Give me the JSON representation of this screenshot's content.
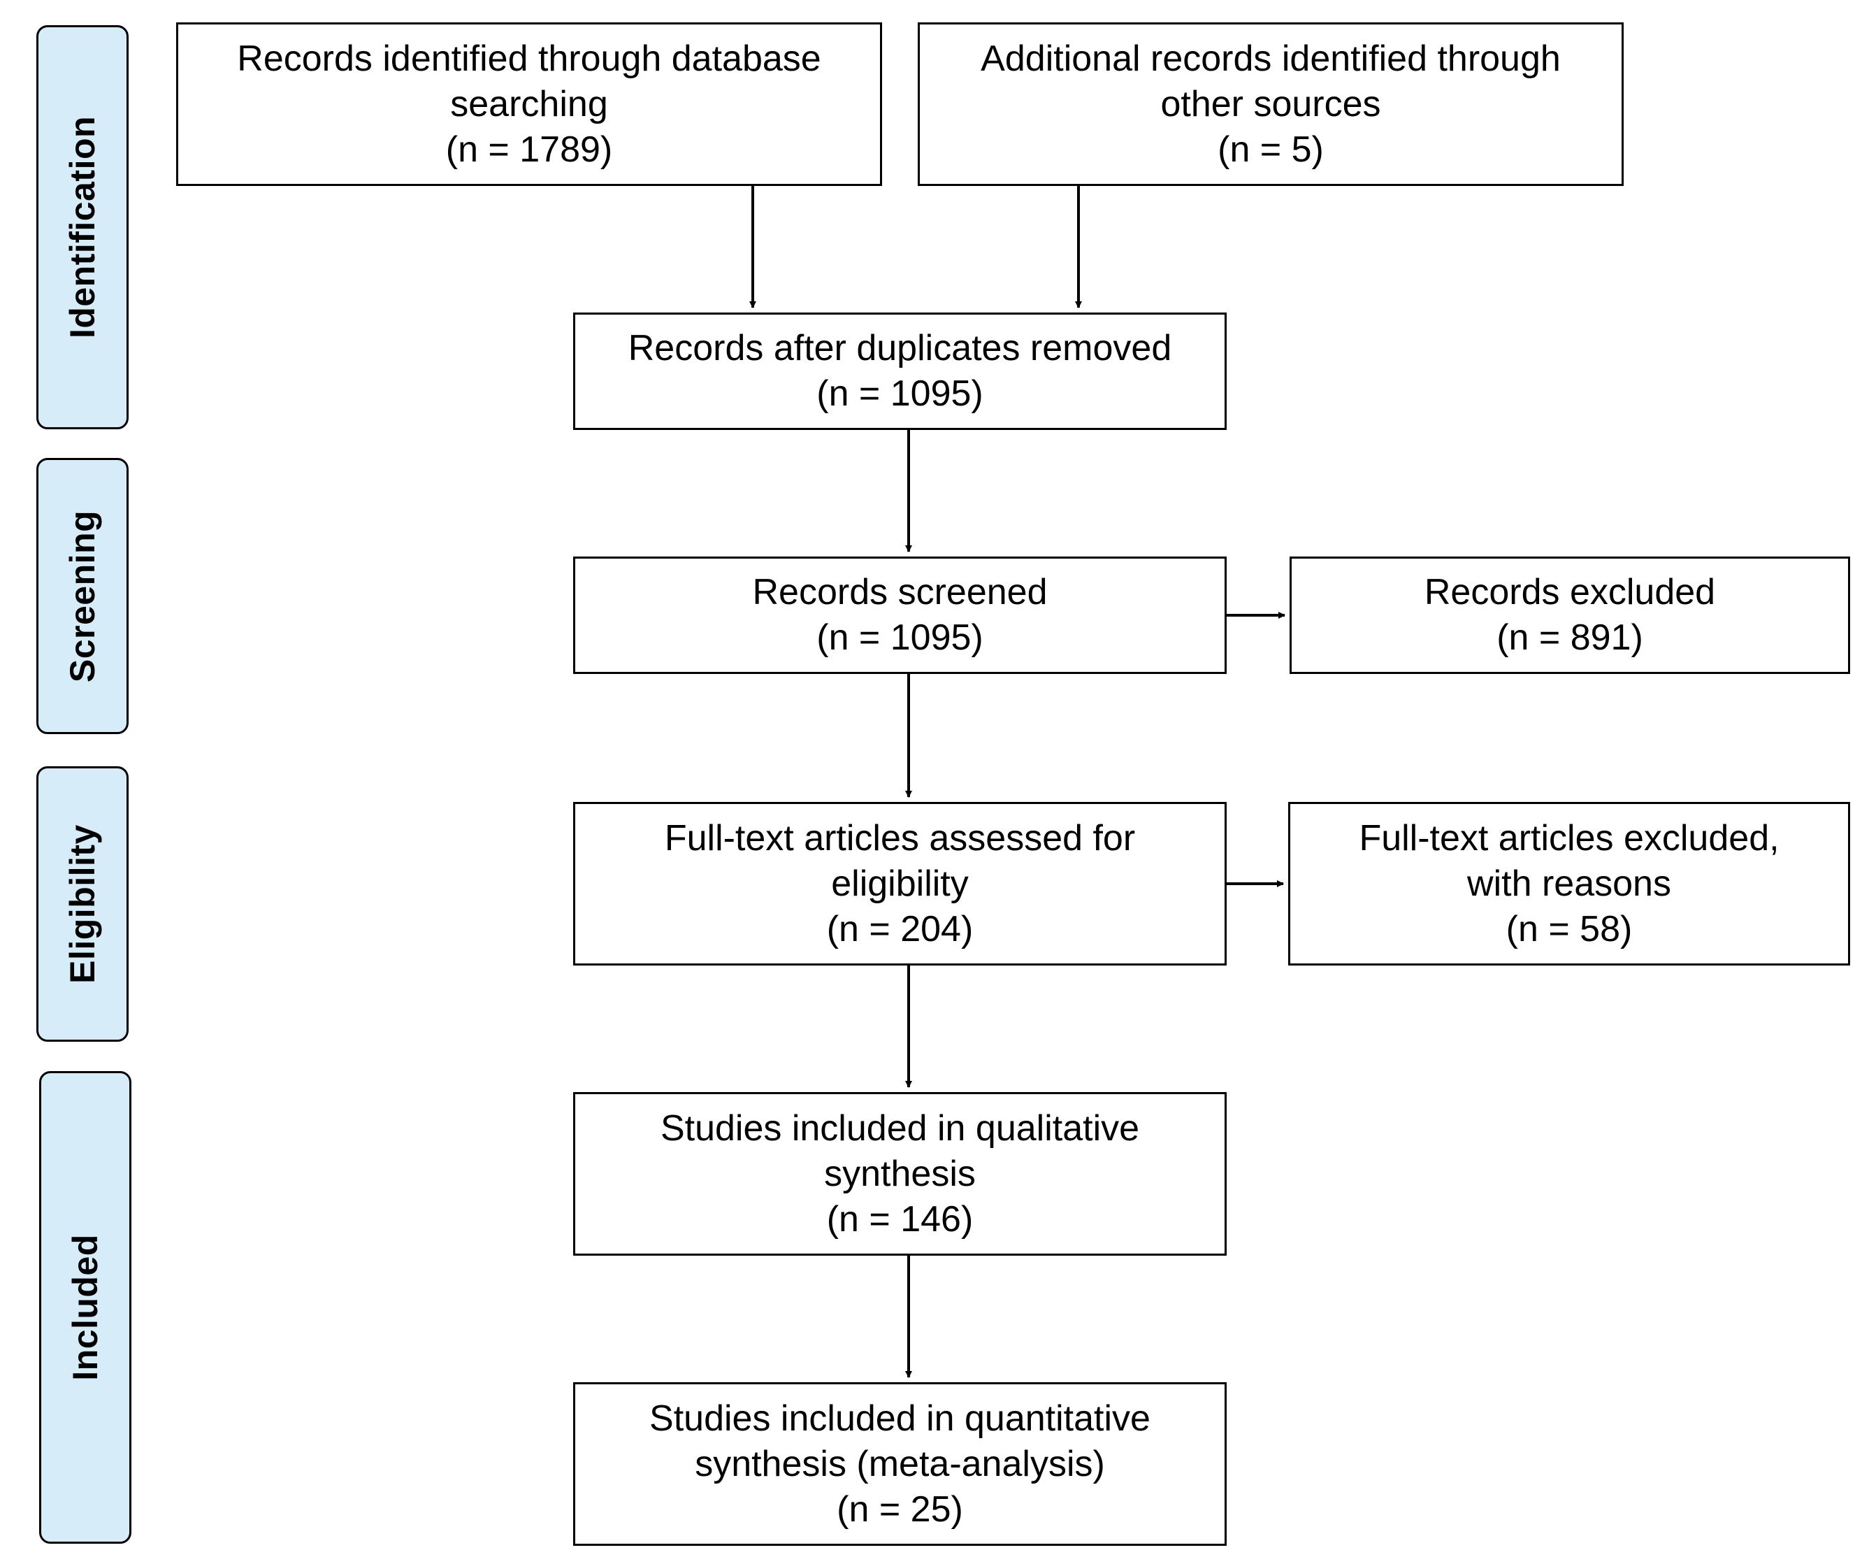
{
  "phases": {
    "identification": "Identification",
    "screening": "Screening",
    "eligibility": "Eligibility",
    "included": "Included"
  },
  "boxes": {
    "database": {
      "line1": "Records identified through database",
      "line2": "searching",
      "count": "(n = 1789)"
    },
    "other_sources": {
      "line1": "Additional records identified through",
      "line2": "other sources",
      "count": "(n = 5)"
    },
    "duplicates_removed": {
      "line1": "Records after duplicates removed",
      "count": "(n = 1095)"
    },
    "screened": {
      "line1": "Records screened",
      "count": "(n = 1095)"
    },
    "excluded": {
      "line1": "Records excluded",
      "count": "(n = 891)"
    },
    "fulltext_assessed": {
      "line1": "Full-text articles assessed for",
      "line2": "eligibility",
      "count": "(n = 204)"
    },
    "fulltext_excluded": {
      "line1": "Full-text articles excluded,",
      "line2": "with reasons",
      "count": "(n = 58)"
    },
    "qualitative": {
      "line1": "Studies included in qualitative",
      "line2": "synthesis",
      "count": "(n = 146)"
    },
    "quantitative": {
      "line1": "Studies included in quantitative",
      "line2": "synthesis (meta-analysis)",
      "count": "(n = 25)"
    }
  },
  "colors": {
    "phase_fill": "#d6ecf9",
    "stroke": "#000000"
  }
}
